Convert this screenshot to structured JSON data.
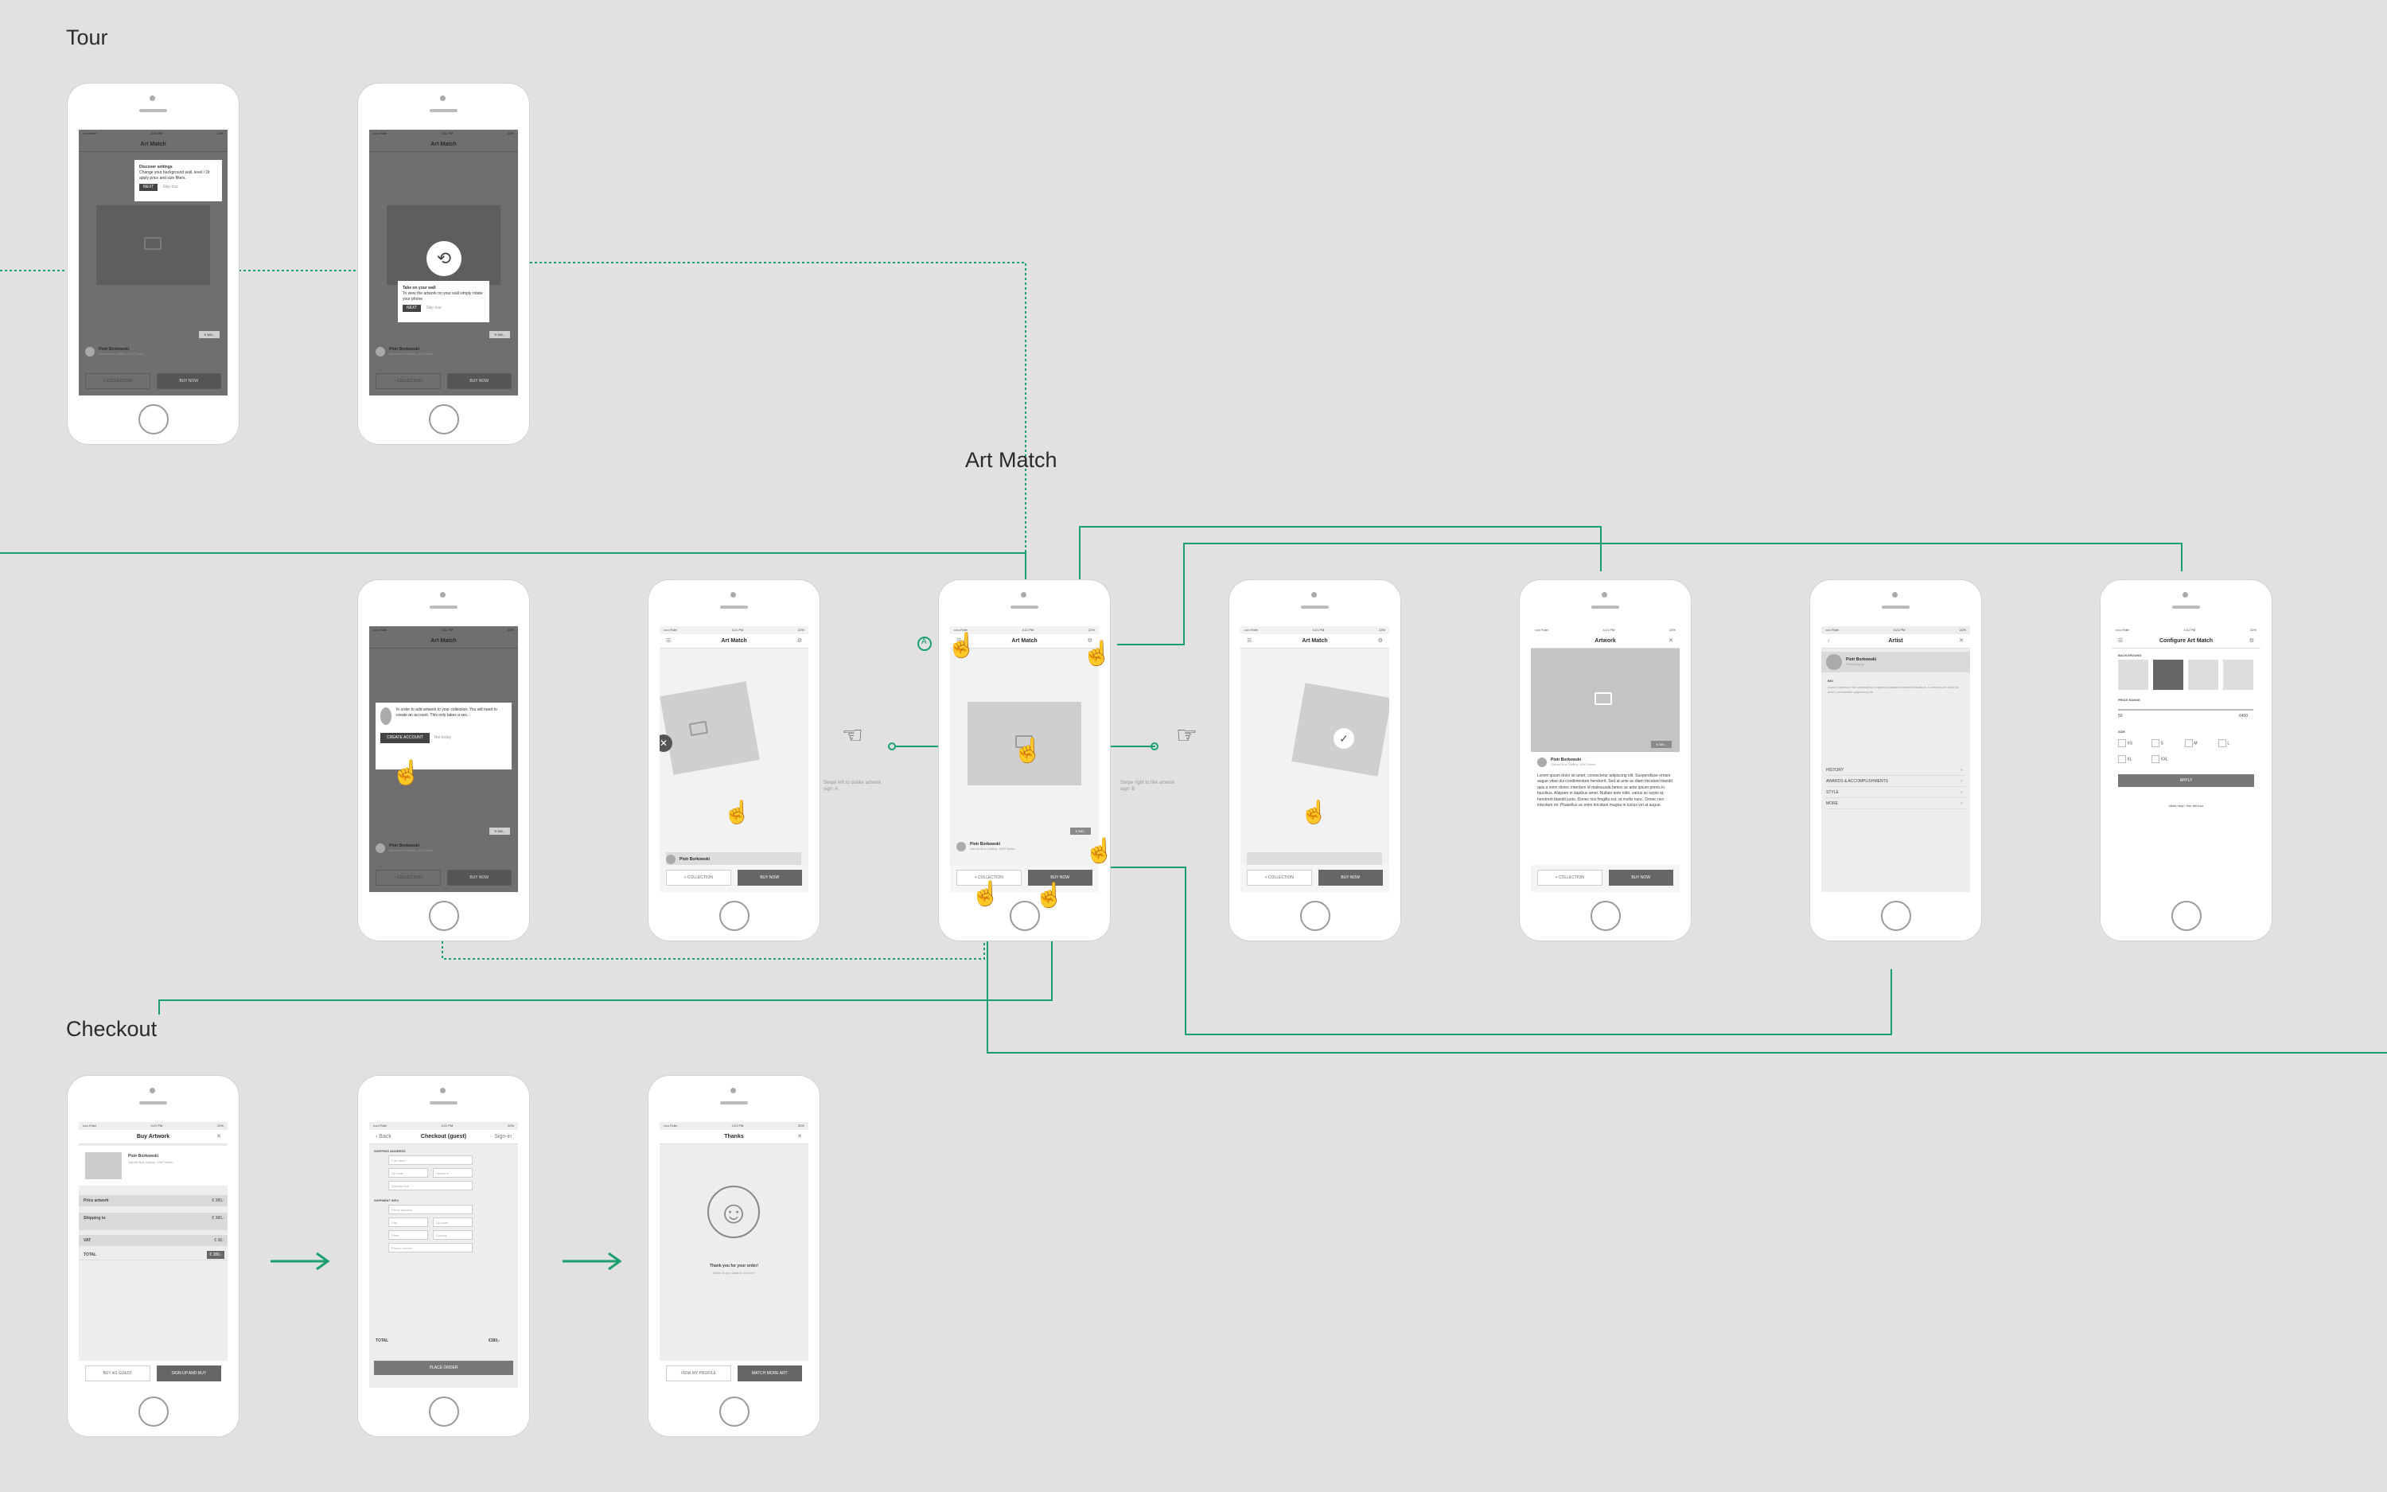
{
  "sections": {
    "tour": "Tour",
    "art_match": "Art Match",
    "checkout": "Checkout"
  },
  "statusbar": {
    "carrier": "••••• Fidel",
    "time": "4:21 PM",
    "battery": "22%"
  },
  "screens": {
    "tour1": {
      "title": "Art Match",
      "pop_title": "Discover settings",
      "pop_text": "Change your background wall, level / Or apply price and size filters.",
      "pop_btn": "NEXT",
      "pop_skip": "Skip tour",
      "artist": "Piotr Borkowski",
      "artist_sub": "Garrett Bos Gallery, 1997 Berlin",
      "price": "€ 380,-",
      "btn_collection": "+ COLLECTION",
      "btn_buy": "BUY NOW"
    },
    "tour2": {
      "title": "Art Match",
      "pop_title": "Take on your wall",
      "pop_text": "To view the artwork on your wall simply rotate your phone",
      "pop_btn": "NEXT",
      "pop_skip": "Skip tour",
      "artist": "Piotr Borkowski",
      "artist_sub": "Garrett Bos Gallery, 1997 Berlin",
      "price": "€ 380,-",
      "btn_collection": "+ COLLECTION",
      "btn_buy": "BUY NOW"
    },
    "am1": {
      "title": "Art Match",
      "pop_text": "In order to add artwork to your collection, You will need to create an account. This only takes a sec.",
      "pop_btn": "CREATE ACCOUNT",
      "pop_skip": "Not today",
      "artist": "Piotr Borkowski",
      "artist_sub": "Garrett Bos Gallery, 1997 Berlin",
      "price": "€ 380,-",
      "btn_collection": "+ COLLECTION",
      "btn_buy": "BUY NOW"
    },
    "am2": {
      "title": "Art Match",
      "artist": "Piotr Borkowski",
      "btn_collection": "+ COLLECTION",
      "btn_buy": "BUY NOW"
    },
    "am3": {
      "title": "Art Match",
      "artist": "Piotr Borkowski",
      "artist_sub": "Garrett Bos Gallery, 1997 Berlin",
      "price": "€ 380,-",
      "btn_collection": "+ COLLECTION",
      "btn_buy": "BUY NOW"
    },
    "am4": {
      "title": "Art Match",
      "btn_collection": "+ COLLECTION",
      "btn_buy": "BUY NOW"
    },
    "am5": {
      "title": "Artwork",
      "artist": "Piotr Borkowski",
      "artist_sub": "Garrett Bos Gallery, 1997 Berlin",
      "price": "€ 380,-",
      "body": "Lorem ipsum dolor sit amet, consectetur adipiscing elit. Suspendisse ornare augue vitae dui condimentum hendrerit. Sed at ante ac diam tincidunt blandit quis a enim donec interdum id malesuada fames ac ante ipsum primis in faucibus. Aliquam in dapibus amet. Nullam ante nibh, varius ac turpis at, hendrerit blandit justo. Donec nisi fringilla est, at mollis nunc. Donec nec interdum mi. Phasellus ac enim tincidunt magna in luctus vel at augue.",
      "btn_collection": "+ COLLECTION",
      "btn_buy": "BUY NOW"
    },
    "am6": {
      "title": "Artist",
      "artist": "Piotr Borkowski",
      "artist_sub": "Photography",
      "bio": "BIO",
      "bio_text": "Donec interdum nisi consectetur in gravida placerat hendrerit faucibus. Lorem ipsum dolor sit amet, consectetur adipiscing elit.",
      "items": [
        "HISTORY",
        "AWARDS & ACCOMPLISHMENTS",
        "STYLE",
        "MORE"
      ]
    },
    "am7": {
      "title": "Configure Art Match",
      "background": "BACKGROUND",
      "price_range": "PRICE RANGE",
      "price_min": "50",
      "price_max": "€400",
      "size": "SIZE",
      "sizes": [
        "XS",
        "S",
        "M",
        "L",
        "XL",
        "XXL"
      ],
      "apply": "APPLY",
      "footer": "Need help? See the tour"
    },
    "co1": {
      "title": "Buy Artwork",
      "artist": "Piotr Borkowski",
      "artist_sub": "Garrett Bos Gallery, 1997 Berlin",
      "rows": [
        {
          "label": "Price artwork",
          "value": "€ 380,-"
        },
        {
          "label": "Shipping to",
          "value": "€ 380,-"
        },
        {
          "label": "VAT",
          "value": "€ 38,-"
        },
        {
          "label": "TOTAL",
          "value": "€ 380,-"
        }
      ],
      "btn_guest": "BUY AS GUEST",
      "btn_signin": "SIGN UP AND BUY"
    },
    "co2": {
      "title": "Checkout (guest)",
      "back": "Back",
      "signin": "Sign-in",
      "shipping": "SHIPPING ADDRESS",
      "payment": "SHIPMENT INFO",
      "total_label": "TOTAL",
      "total_value": "€380,-",
      "place_order": "PLACE ORDER",
      "fields": [
        "Full name",
        "Zip code",
        "House nr",
        "Address line",
        "Street address",
        "City",
        "Zip code",
        "State",
        "Country",
        "Phone number"
      ]
    },
    "co3": {
      "title": "Thanks",
      "msg": "Thank you for your order!",
      "sub": "What do you want to do next?",
      "btn_profile": "VIEW MY PROFILE",
      "btn_more": "MATCH MORE ART"
    }
  },
  "annotations": {
    "swipe_left": "Swipe left to dislike artwork",
    "swipe_left_ref": "sign: A",
    "swipe_right": "Swipe right to like artwork",
    "swipe_right_ref": "sign: B",
    "marker": "A"
  },
  "colors": {
    "connector": "#19a06e",
    "background": "#e1e1e1",
    "phone": "#ffffff"
  }
}
